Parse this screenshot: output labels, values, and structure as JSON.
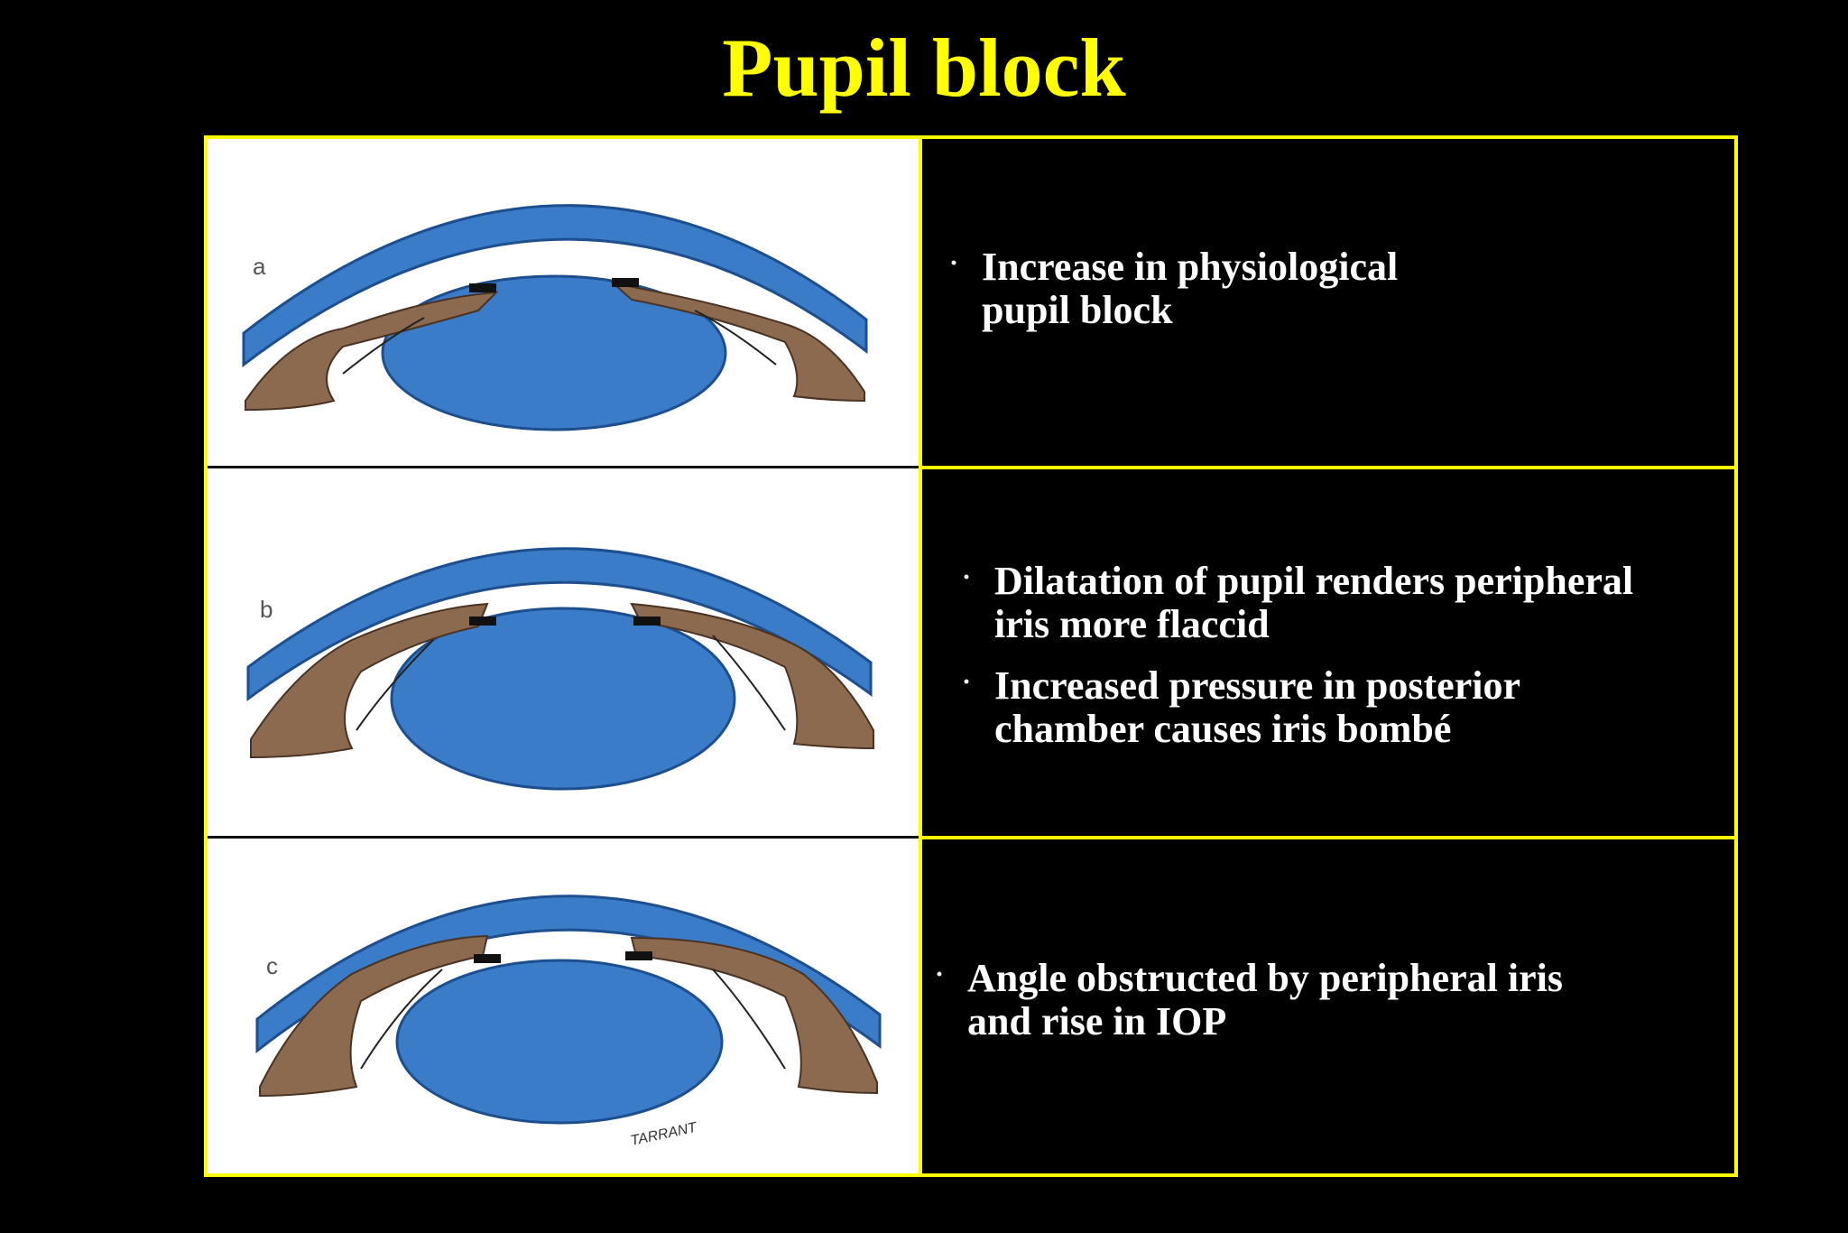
{
  "slide": {
    "title": "Pupil block"
  },
  "rows": [
    {
      "panel_label": "a",
      "bullets": [
        "Increase in physiological\npupil block"
      ]
    },
    {
      "panel_label": "b",
      "bullets": [
        "Dilatation of pupil renders peripheral\niris more flaccid",
        "Increased pressure in posterior\nchamber causes iris bombé"
      ]
    },
    {
      "panel_label": "c",
      "bullets": [
        "Angle obstructed by peripheral iris\nand rise in IOP"
      ],
      "signature": "TARRANT"
    }
  ],
  "colors": {
    "title": "#ffff00",
    "frame": "#ffff00",
    "background": "#000000",
    "cornea_and_lens": "#3b7cc9",
    "iris": "#8b6a4f",
    "text": "#ffffff"
  },
  "bullet_glyph": "·"
}
